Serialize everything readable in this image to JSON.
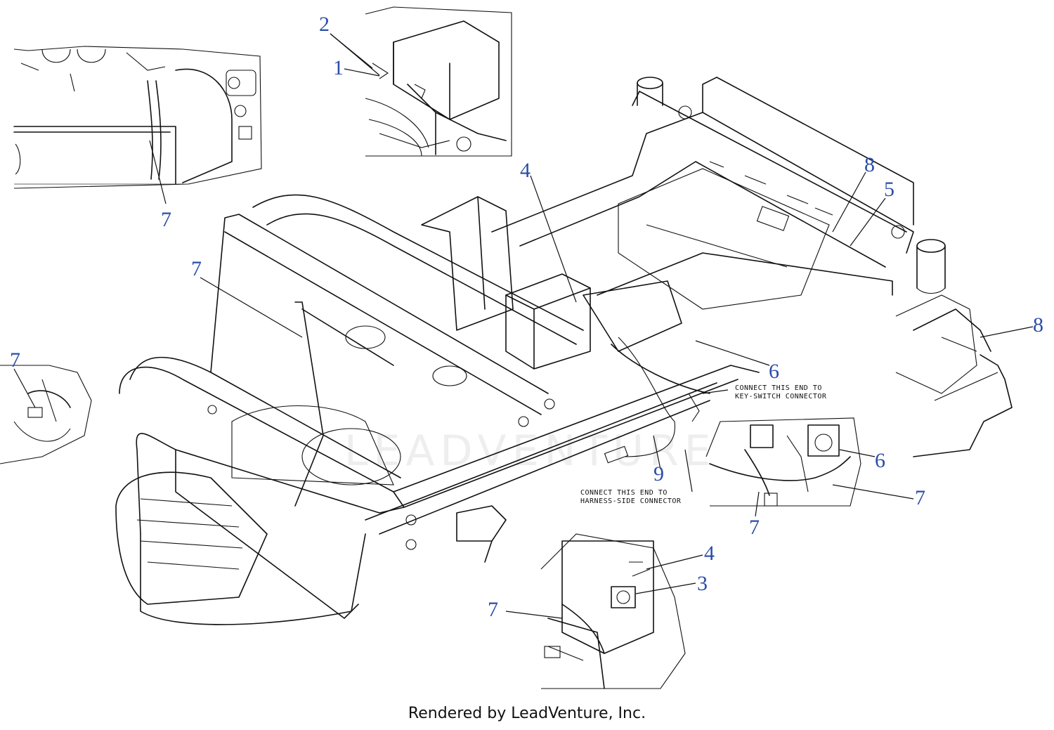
{
  "callouts": [
    {
      "id": "c2a",
      "label": "2"
    },
    {
      "id": "c1",
      "label": "1"
    },
    {
      "id": "c4a",
      "label": "4"
    },
    {
      "id": "c8a",
      "label": "8"
    },
    {
      "id": "c5",
      "label": "5"
    },
    {
      "id": "c7a",
      "label": "7"
    },
    {
      "id": "c7b",
      "label": "7"
    },
    {
      "id": "c7c",
      "label": "7"
    },
    {
      "id": "c8b",
      "label": "8"
    },
    {
      "id": "c6a",
      "label": "6"
    },
    {
      "id": "c6b",
      "label": "6"
    },
    {
      "id": "c9",
      "label": "9"
    },
    {
      "id": "c7d",
      "label": "7"
    },
    {
      "id": "c7e",
      "label": "7"
    },
    {
      "id": "c4b",
      "label": "4"
    },
    {
      "id": "c3",
      "label": "3"
    },
    {
      "id": "c7f",
      "label": "7"
    }
  ],
  "notes": {
    "keyswitch_line1": "CONNECT THIS END TO",
    "keyswitch_line2": "KEY-SWITCH CONNECTOR",
    "harness_line1": "CONNECT THIS END TO",
    "harness_line2": "HARNESS-SIDE CONNECTOR"
  },
  "watermark": "LEADVENTURE",
  "footer": "Rendered by LeadVenture, Inc.",
  "colors": {
    "callout": "#2b4ea8",
    "line": "#111111"
  }
}
